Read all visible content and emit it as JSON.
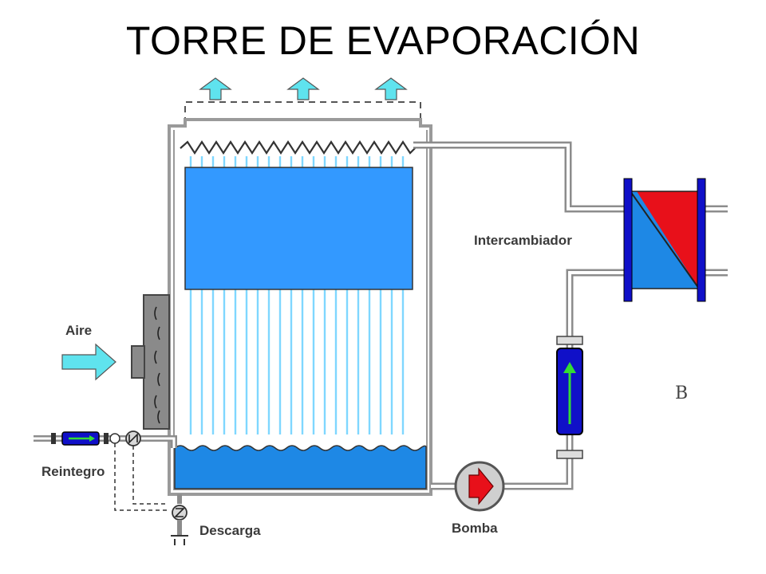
{
  "title": "TORRE DE EVAPORACIÓN",
  "labels": {
    "intercambiador": "Intercambiador",
    "aire": "Aire",
    "reintegro": "Reintegro",
    "descarga": "Descarga",
    "bomba": "Bomba",
    "b": "B"
  },
  "colors": {
    "water_blue": "#3399ff",
    "fill_blue": "#1e88e5",
    "air_cyan": "#5fe3ee",
    "hot_red": "#e8101a",
    "frame_blue": "#1010c8",
    "pipe_gray": "#8c8c8c",
    "wall_gray": "#999999",
    "flow_green": "#33dd33"
  }
}
